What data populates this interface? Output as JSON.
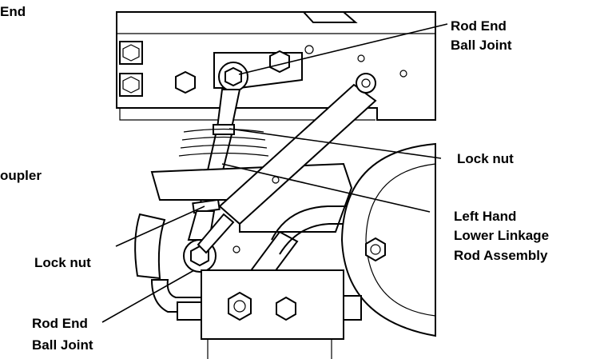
{
  "labels": {
    "top_left_partial": "End",
    "left_partial": "oupler",
    "rod_end_top_line1": "Rod End",
    "rod_end_top_line2": "Ball Joint",
    "lock_nut_right": "Lock nut",
    "linkage_line1": "Left Hand",
    "linkage_line2": "Lower Linkage",
    "linkage_line3": "Rod Assembly",
    "lock_nut_left": "Lock nut",
    "rod_end_bottom_line1": "Rod End",
    "rod_end_bottom_line2": "Ball Joint"
  }
}
